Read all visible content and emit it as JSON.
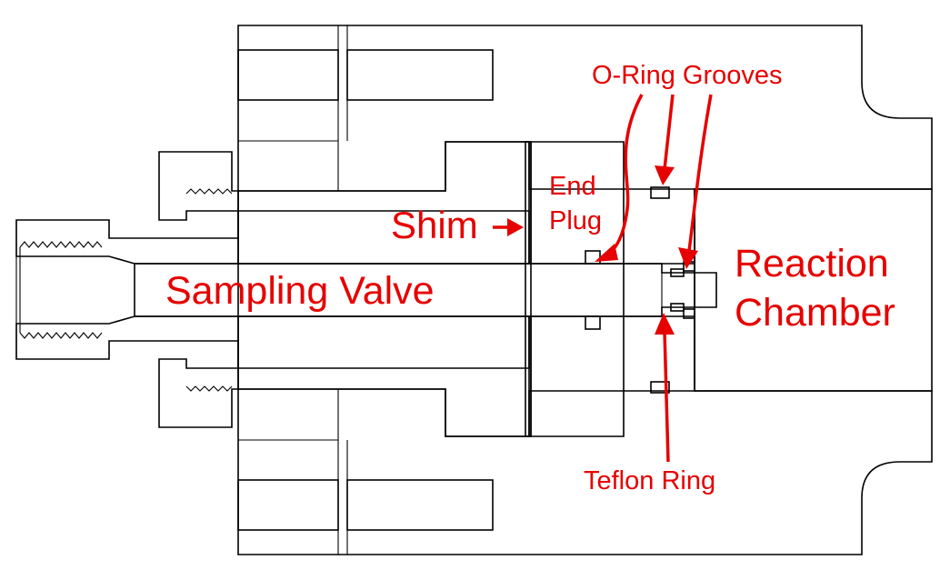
{
  "labels": {
    "o_ring_grooves": "O-Ring Grooves",
    "end_plug_line1": "End",
    "end_plug_line2": "Plug",
    "shim": "Shim",
    "sampling_valve": "Sampling Valve",
    "reaction_line1": "Reaction",
    "reaction_line2": "Chamber",
    "teflon_ring": "Teflon Ring"
  },
  "colors": {
    "annotation": "#e60000",
    "line": "#000000",
    "background": "#ffffff"
  }
}
